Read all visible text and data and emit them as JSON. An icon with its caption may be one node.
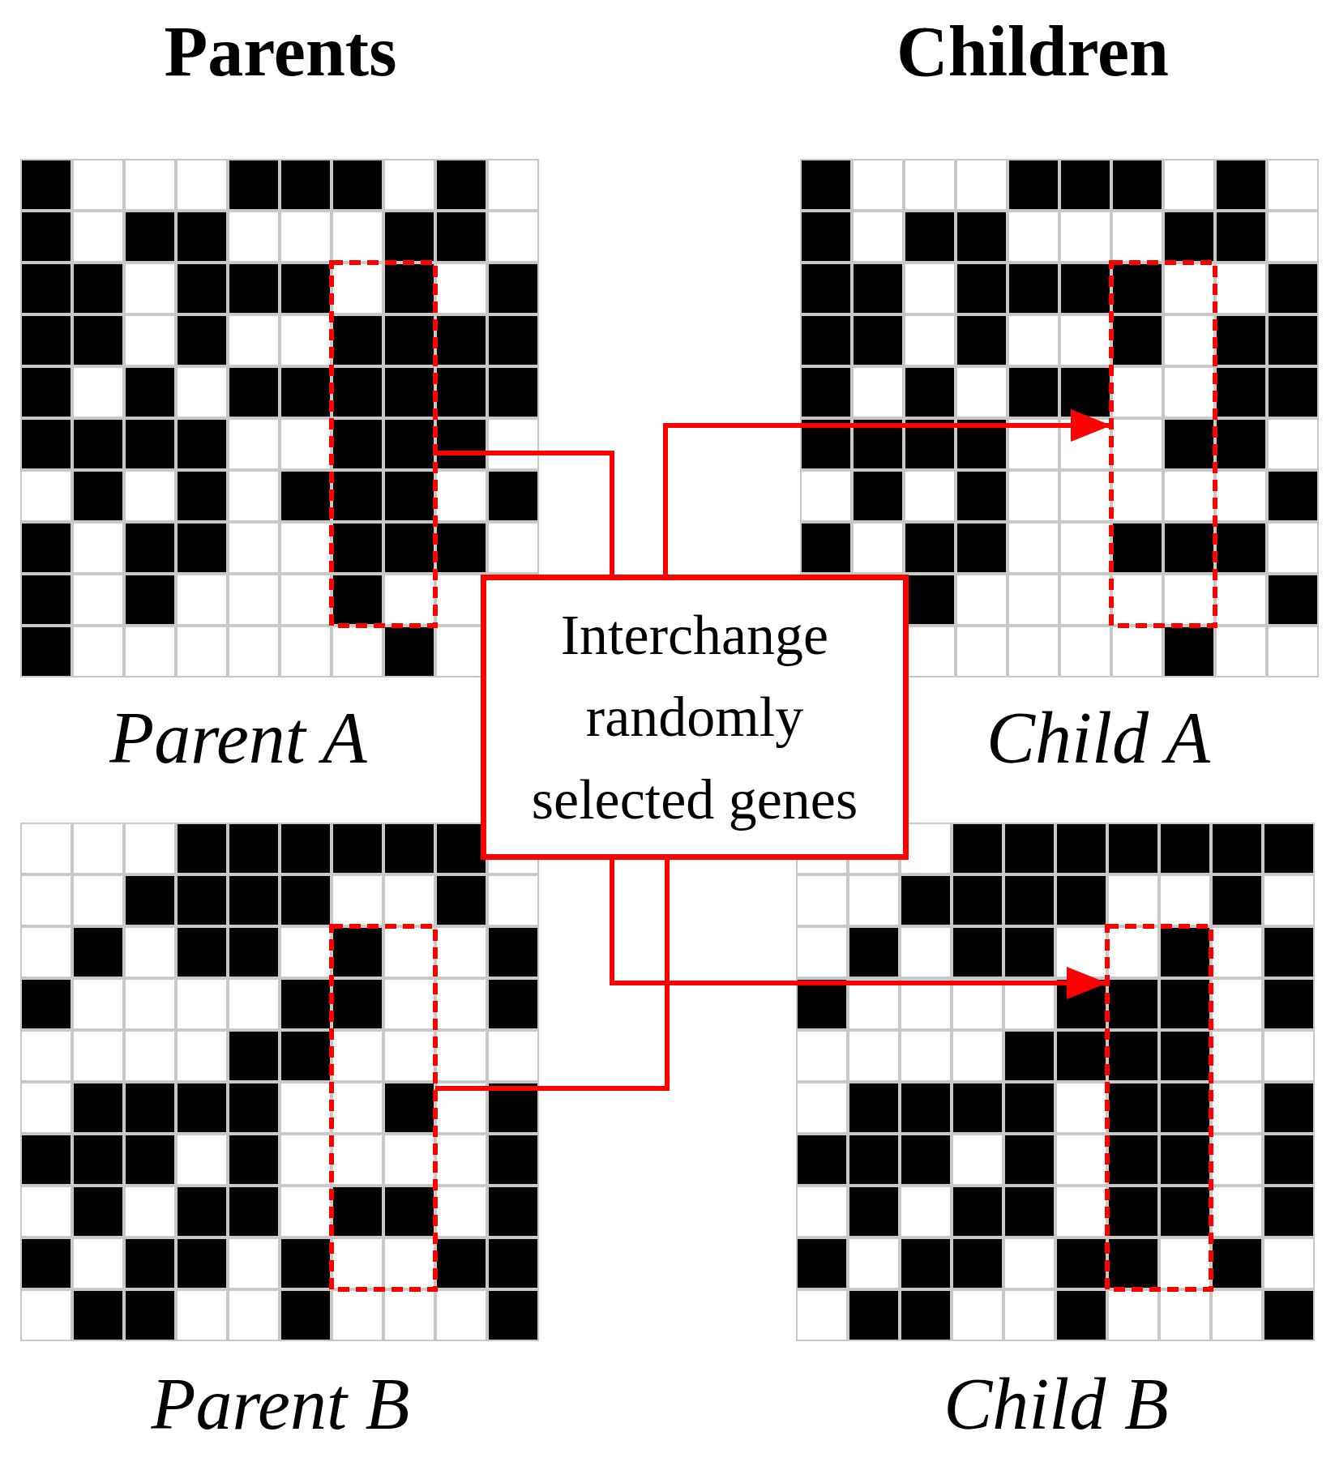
{
  "diagram": {
    "nodes": [
      {
        "text": [],
        "shape": "picture",
        "beside": [
          "Parent A"
        ]
      },
      {
        "text": [],
        "shape": "box",
        "in": 0
      },
      {
        "text": [],
        "shape": "picture",
        "beside": [
          "Child A"
        ]
      },
      {
        "text": [],
        "shape": "box",
        "in": 2
      },
      {
        "text": [
          "Interchange randomly selected genes"
        ]
      },
      {
        "text": [],
        "shape": "picture",
        "beside": [
          "Parent B"
        ]
      },
      {
        "text": [],
        "shape": "box",
        "in": 5
      },
      {
        "text": [],
        "shape": "picture",
        "beside": [
          "Child B"
        ]
      },
      {
        "text": [],
        "shape": "box",
        "in": 7
      }
    ],
    "edges": [
      {
        "from": 1,
        "to": 4,
        "arrow": "none"
      },
      {
        "from": 4,
        "to": 3,
        "arrow": "to"
      },
      {
        "from": 4,
        "to": 8,
        "arrow": "to"
      },
      {
        "from": 6,
        "to": 4,
        "arrow": "none"
      }
    ],
    "labels": [
      "Parents",
      "Children"
    ]
  }
}
